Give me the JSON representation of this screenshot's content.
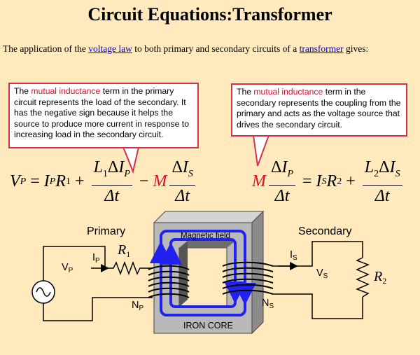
{
  "page": {
    "title": "Circuit Equations:Transformer",
    "intro": {
      "before": "The application of the ",
      "link1": "voltage law",
      "middle": " to both primary and secondary circuits of a ",
      "link2": "transformer",
      "after": " gives:"
    }
  },
  "callouts": {
    "left": {
      "prefix": "The ",
      "highlight": "mutual inductance",
      "text": " term in the primary circuit represents the load of the secondary. It has the negative sign because it helps the source to produce more current in response to increasing load in the secondary circuit."
    },
    "right": {
      "prefix": "The ",
      "highlight": "mutual inductance",
      "text": " term in the secondary represents the coupling from the primary and acts as the voltage source that drives the secondary circuit."
    }
  },
  "equations": {
    "left": {
      "lhs_v": "V",
      "lhs_sub": "P",
      "eq": "=",
      "i": "I",
      "i_sub": "P",
      "r": "R",
      "r_sub": "1",
      "plus": "+",
      "f1_l": "L",
      "f1_l_sub": "1",
      "f1_delta": "Δ",
      "f1_i": "I",
      "f1_i_sub": "P",
      "f1_den": "Δt",
      "minus": "−",
      "m": "M",
      "f2_delta": "Δ",
      "f2_i": "I",
      "f2_i_sub": "S",
      "f2_den": "Δt"
    },
    "right": {
      "m": "M",
      "f1_delta": "Δ",
      "f1_i": "I",
      "f1_i_sub": "P",
      "f1_den": "Δt",
      "eq": "=",
      "i": "I",
      "i_sub": "S",
      "r": "R",
      "r_sub": "2",
      "plus": "+",
      "f2_l": "L",
      "f2_l_sub": "2",
      "f2_delta": "Δ",
      "f2_i": "I",
      "f2_i_sub": "S",
      "f2_den": "Δt"
    }
  },
  "diagram": {
    "primary_label": "Primary",
    "secondary_label": "Secondary",
    "magnetic_field_label": "Magnetic field",
    "iron_core_label": "IRON CORE",
    "ip": "I",
    "ip_sub": "P",
    "r1": "R",
    "r1_sub": "1",
    "vp": "V",
    "vp_sub": "P",
    "np": "N",
    "np_sub": "P",
    "is": "I",
    "is_sub": "S",
    "vs": "V",
    "vs_sub": "S",
    "ns": "N",
    "ns_sub": "S",
    "r2": "R",
    "r2_sub": "2",
    "colors": {
      "background": "#ffe9bd",
      "callout_border": "#d8304a",
      "highlight": "#d8102a",
      "link": "#0000cc",
      "field": "#2222ee",
      "core": "#b9b9b9"
    }
  }
}
